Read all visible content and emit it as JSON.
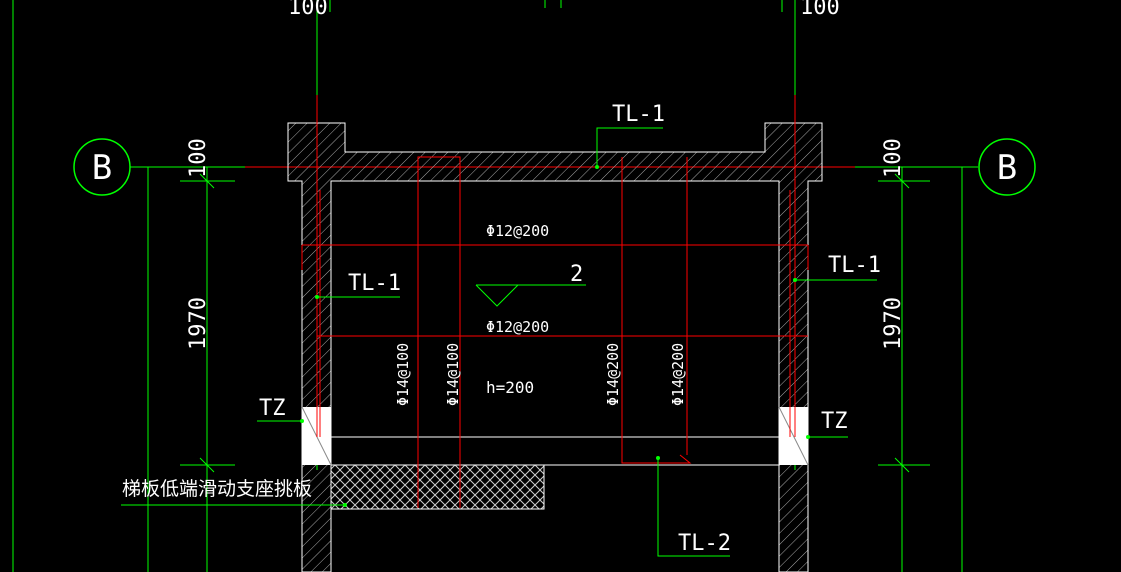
{
  "colors": {
    "background": "#000000",
    "dim": "#00ff00",
    "rebar": "#ff0000",
    "outline": "#ffffff",
    "hatch": "#bbbbbb",
    "text": "#ffffff"
  },
  "dims": {
    "top_left": "100",
    "top_right": "100",
    "left_cover": "100",
    "right_cover": "100",
    "left_span": "1970",
    "right_span": "1970"
  },
  "axes": {
    "left": "B",
    "right": "B"
  },
  "labels": {
    "tl1_top": "TL-1",
    "tl1_left": "TL-1",
    "tl1_right": "TL-1",
    "tl2": "TL-2",
    "tz_left": "TZ",
    "tz_right": "TZ",
    "rebar_top": "Φ12@200",
    "rebar_mid": "Φ12@200",
    "elev": "2",
    "thickness": "h=200",
    "bar_v1": "Φ14@100",
    "bar_v2": "Φ14@100",
    "bar_v3": "Φ14@200",
    "bar_v4": "Φ14@200",
    "note": "梯板低端滑动支座挑板"
  }
}
